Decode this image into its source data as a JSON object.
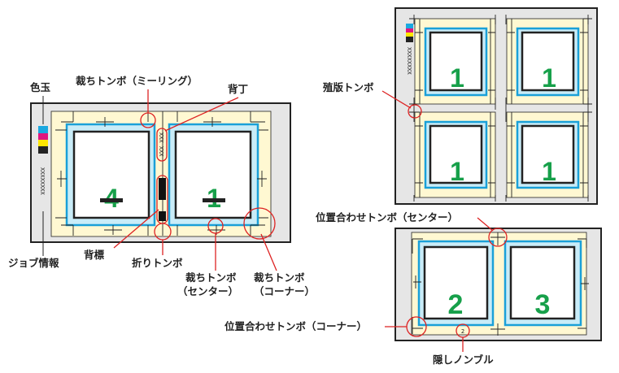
{
  "labels": {
    "color_bar": "色玉",
    "trim_mark_milling": "裁ちトンボ（ミーリング）",
    "signature_mark": "背丁",
    "collation_mark": "背標",
    "fold_mark": "折りトンボ",
    "trim_mark_center_l1": "裁ちトンボ",
    "trim_mark_center_l2": "（センター）",
    "trim_mark_corner_l1": "裁ちトンボ",
    "trim_mark_corner_l2": "（コーナー）",
    "job_info": "ジョブ情報",
    "step_repeat_mark": "殖版トンボ",
    "register_mark_center": "位置合わせトンボ（センター）",
    "register_mark_corner": "位置合わせトンボ（コーナー）",
    "hidden_folio": "隠しノンブル"
  },
  "sheet_text": {
    "job_info_text": "XXXXXXXX",
    "signature_text": "XXX XXX",
    "job_info_text_small": "XXXXXXXX",
    "hidden_folio_number": "2"
  },
  "page_numbers": {
    "spread_left": "4",
    "spread_right": "1",
    "step_tl": "1",
    "step_tr": "1",
    "step_bl": "1",
    "step_br": "1",
    "bottom_left": "2",
    "bottom_right": "3"
  },
  "colors": {
    "cyan": "#1aa8e0",
    "magenta": "#e0157f",
    "yellow": "#ffe600",
    "black": "#222222",
    "page_number": "#17a04a",
    "highlight": "#dd2222"
  }
}
